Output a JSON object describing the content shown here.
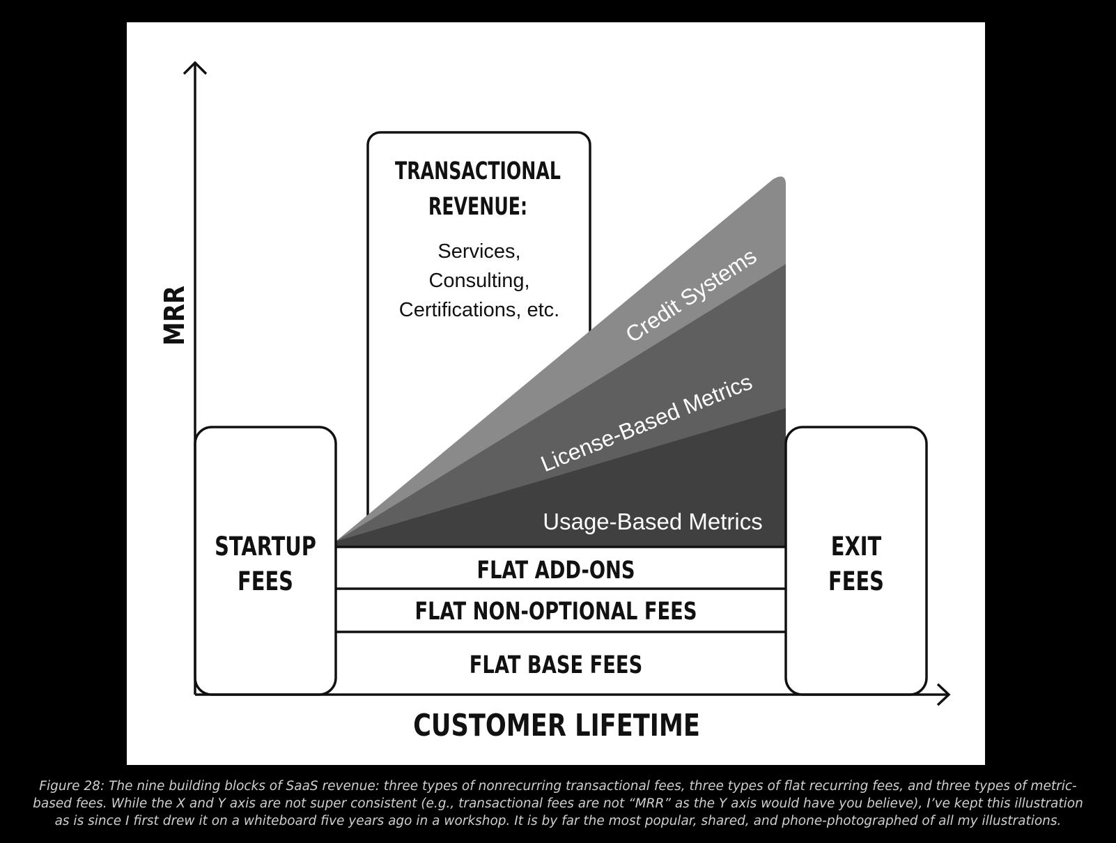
{
  "diagram": {
    "y_axis_label": "MRR",
    "x_axis_label": "CUSTOMER LIFETIME",
    "startup": {
      "line1": "STARTUP",
      "line2": "FEES"
    },
    "exit": {
      "line1": "EXIT",
      "line2": "FEES"
    },
    "transactional": {
      "title1": "TRANSACTIONAL",
      "title2": "REVENUE:",
      "body1": "Services,",
      "body2": "Consulting,",
      "body3": "Certifications, etc."
    },
    "metrics": {
      "credit": "Credit Systems",
      "license": "License-Based Metrics",
      "usage": "Usage-Based Metrics"
    },
    "flat": {
      "addons": "FLAT ADD-ONS",
      "non_optional": "FLAT NON-OPTIONAL FEES",
      "base": "FLAT BASE FEES"
    },
    "colors": {
      "background": "#000000",
      "panel": "#ffffff",
      "credit": "#8a8a8a",
      "license": "#5f5f5f",
      "usage": "#404040",
      "stroke": "#111111"
    }
  },
  "caption": {
    "line1": "Figure 28: The nine building blocks of SaaS revenue: three types of nonrecurring transactional fees, three types of flat recurring fees, and three types of metric-",
    "line2": "based fees. While the X and Y axis are not super consistent (e.g., transactional fees are not “MRR” as the Y axis would have you believe), I’ve kept this illustration",
    "line3": "as is since I first drew it on a whiteboard five years ago in a workshop. It is by far the most popular, shared, and phone-photographed of all my illustrations."
  }
}
